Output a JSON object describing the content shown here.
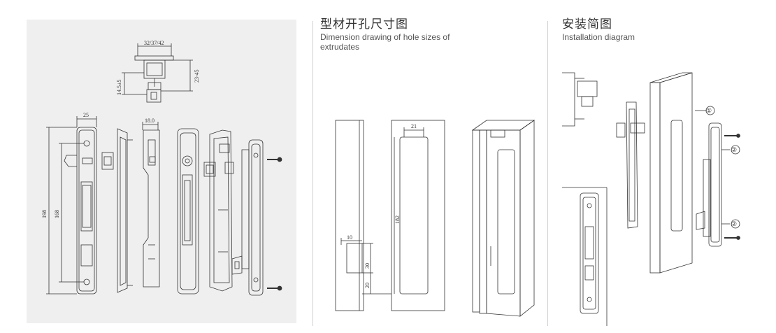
{
  "colors": {
    "panel_bg": "#efefef",
    "line": "#333333",
    "divider": "#cfcfcf"
  },
  "section_profile": {
    "title_cn": "型材开孔尺寸图",
    "title_en": "Dimension drawing of hole sizes of extrudates"
  },
  "section_install": {
    "title_cn": "安装简图",
    "title_en": "Installation diagram"
  },
  "dims_lock": {
    "width_top": "32/37/42",
    "range_right": "23-45",
    "tol_left": "14.5±5",
    "width_body": "25",
    "overall_height": "198",
    "hole_height": "168",
    "depth": "18.0"
  },
  "dims_profile": {
    "hole_width": "21",
    "hole_height": "182",
    "slot_width": "10",
    "slot_height": "30",
    "slot_offset": "20"
  },
  "callouts": {
    "c1": "①",
    "c2a": "②",
    "c2b": "②"
  }
}
